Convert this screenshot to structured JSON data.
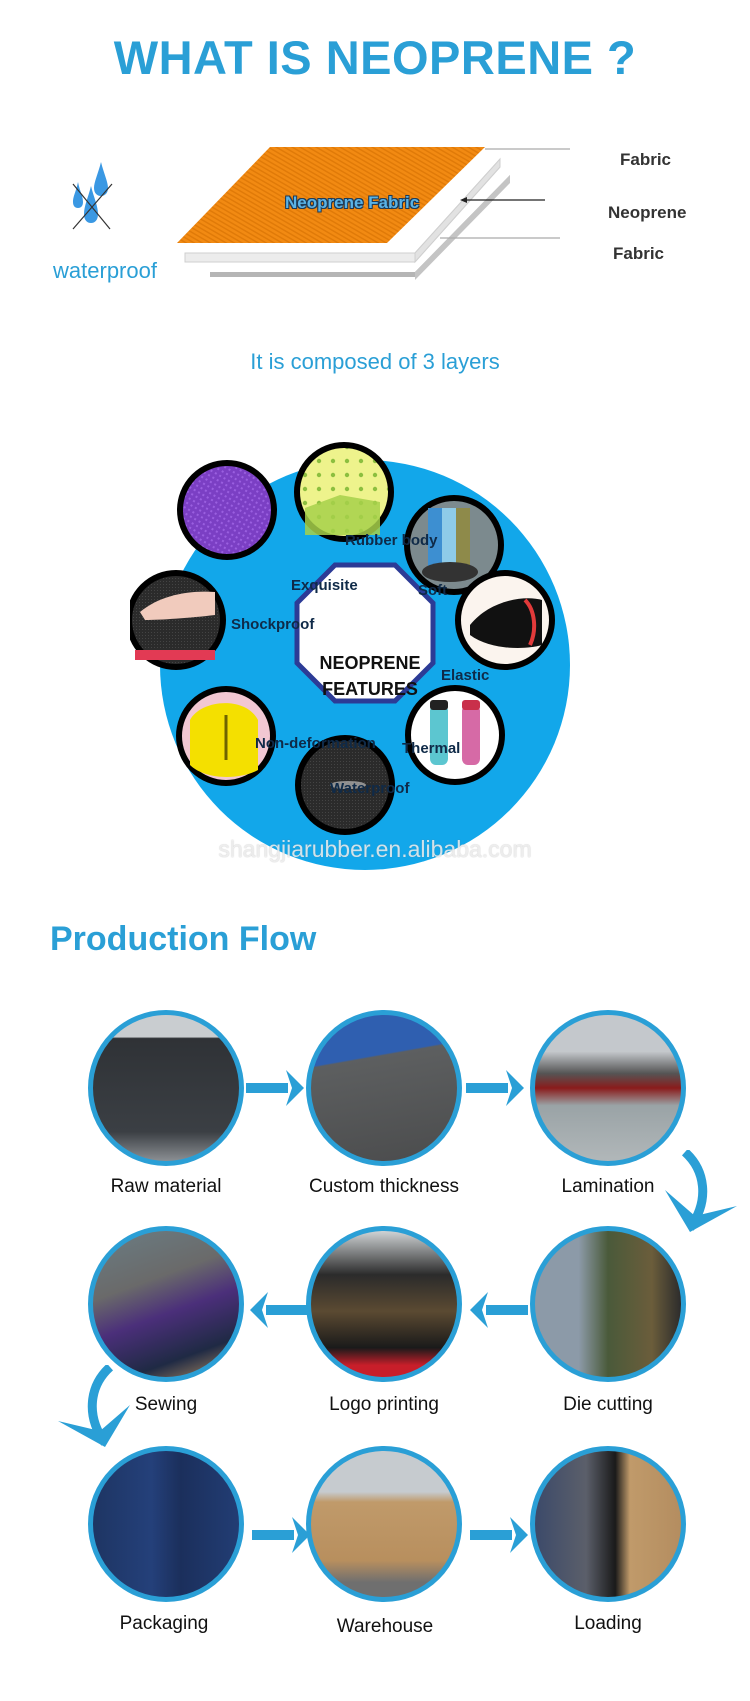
{
  "header": {
    "title": "WHAT IS NEOPRENE ?"
  },
  "layers_section": {
    "icon": "waterproof-drops-icon",
    "waterproof_label": "waterproof",
    "center_label": "Neoprene Fabric",
    "layer_labels": [
      "Fabric",
      "Neoprene",
      "Fabric"
    ],
    "caption": "It is composed of 3 layers",
    "colors": {
      "top_fabric": "#f28a12",
      "accent": "#2a9fd6"
    }
  },
  "features_section": {
    "center_title_line1": "NEOPRENE",
    "center_title_line2": "FEATURES",
    "features": [
      {
        "label": "Rubber body",
        "image": "green-rubber-foam-block"
      },
      {
        "label": "Soft",
        "image": "rolled-neoprene-sheets"
      },
      {
        "label": "Elastic",
        "image": "stretched-black-sleeve"
      },
      {
        "label": "Thermal",
        "image": "insulated-bottle-sleeves"
      },
      {
        "label": "Waterproof",
        "image": "water-drops-on-black-neoprene"
      },
      {
        "label": "Non-deformation",
        "image": "yellow-folded-neoprene"
      },
      {
        "label": "Shockproof",
        "image": "finger-pressing-foam"
      },
      {
        "label": "Exquisite",
        "image": "purple-textured-fabric"
      }
    ],
    "watermark": "shangjiarubber.en.alibaba.com",
    "colors": {
      "background_circle": "#12a7ea",
      "octagon_border": "#2c3b96",
      "label": "#0f2a48"
    }
  },
  "production_flow": {
    "title": "Production Flow",
    "steps": [
      {
        "label": "Raw material",
        "image": "stacked-neoprene-sheets"
      },
      {
        "label": "Custom thickness",
        "image": "sheet-cutting-machine"
      },
      {
        "label": "Lamination",
        "image": "factory-lamination-line"
      },
      {
        "label": "Die cutting",
        "image": "die-cutting-press"
      },
      {
        "label": "Logo printing",
        "image": "printing-table"
      },
      {
        "label": "Sewing",
        "image": "worker-sewing"
      },
      {
        "label": "Packaging",
        "image": "blue-boxes"
      },
      {
        "label": "Warehouse",
        "image": "carton-stacks"
      },
      {
        "label": "Loading",
        "image": "truck-loading"
      }
    ],
    "colors": {
      "ring": "#2a9fd6",
      "arrow": "#2a9fd6"
    }
  }
}
